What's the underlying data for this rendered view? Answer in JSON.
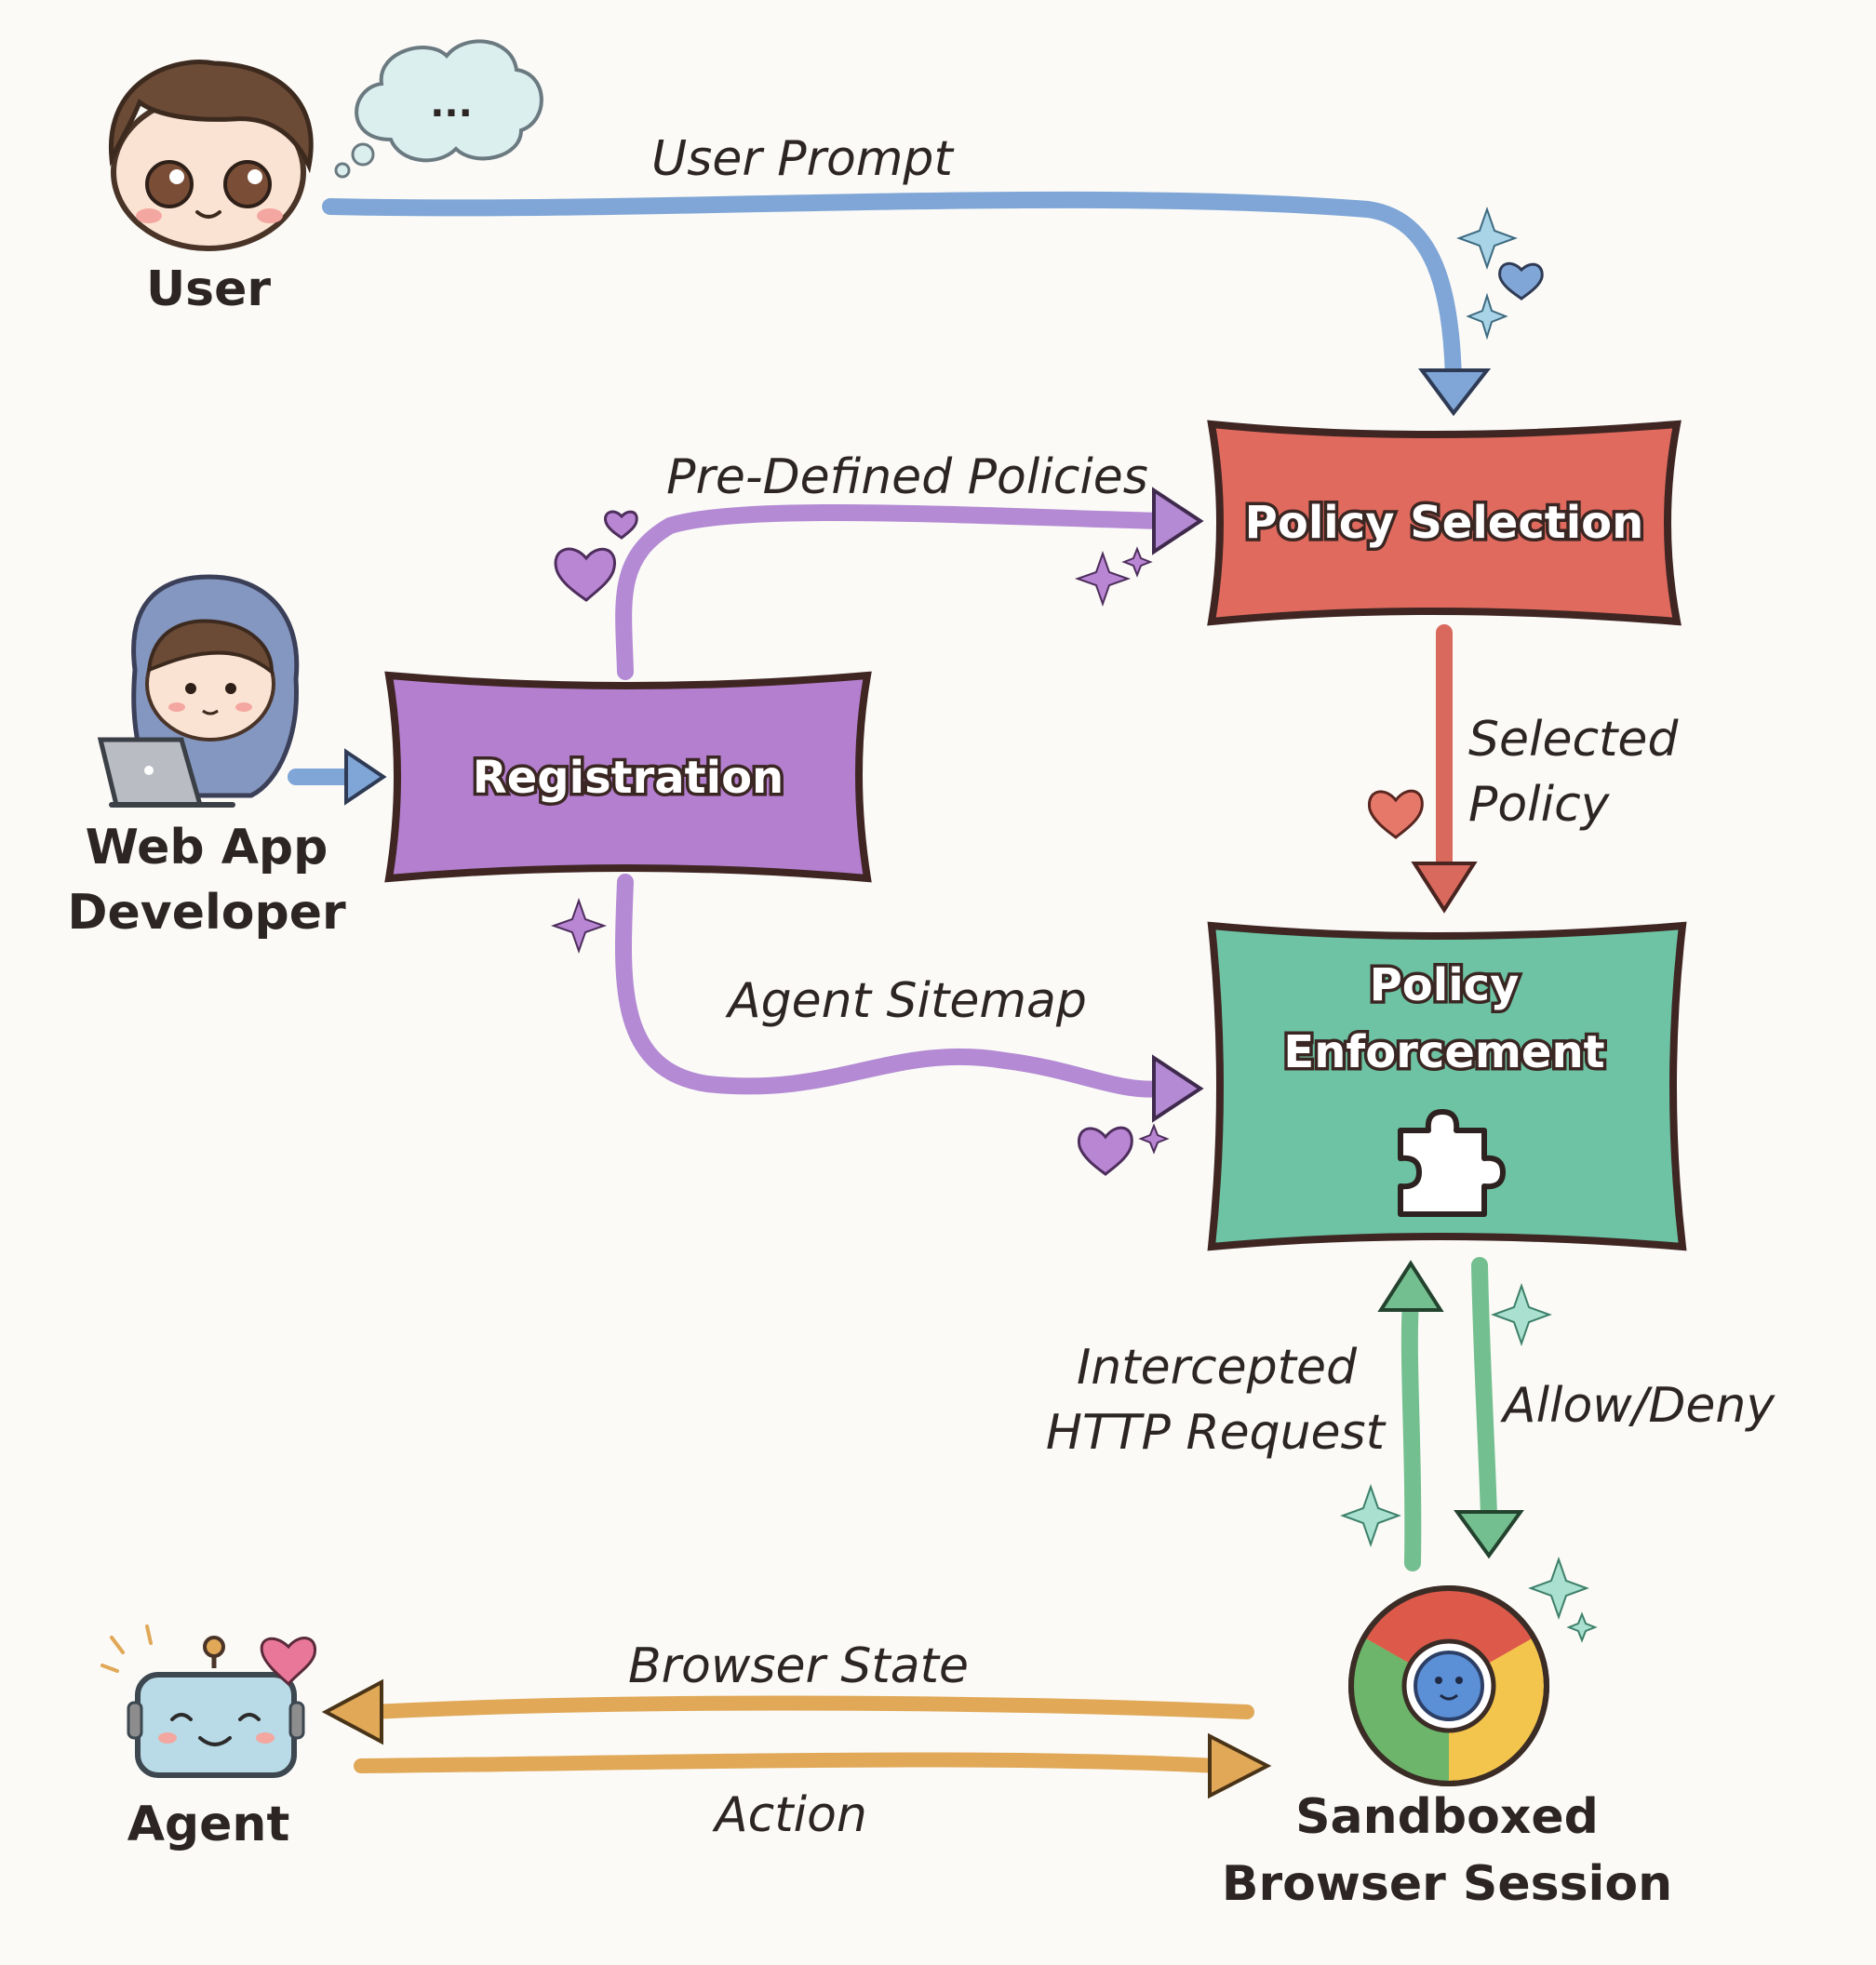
{
  "actors": {
    "user": {
      "label": "User",
      "bubble": "..."
    },
    "developer": {
      "label_line1": "Web App",
      "label_line2": "Developer"
    },
    "agent": {
      "label": "Agent"
    },
    "browser": {
      "label_line1": "Sandboxed",
      "label_line2": "Browser Session"
    }
  },
  "nodes": {
    "policy_selection": {
      "label": "Policy Selection",
      "color": "#e06a5e"
    },
    "registration": {
      "label": "Registration",
      "color": "#b57fd0"
    },
    "policy_enforcement": {
      "label_line1": "Policy",
      "label_line2": "Enforcement",
      "color": "#6dc3a3",
      "icon": "puzzle-piece-icon"
    }
  },
  "edges": {
    "user_prompt": {
      "label": "User Prompt",
      "color": "#7fa6d6"
    },
    "pre_defined_policies": {
      "label": "Pre-Defined Policies",
      "color": "#b38ad3"
    },
    "selected_policy": {
      "label_line1": "Selected",
      "label_line2": "Policy",
      "color": "#d9695d"
    },
    "agent_sitemap": {
      "label": "Agent Sitemap",
      "color": "#b38ad3"
    },
    "intercepted_request": {
      "label_line1": "Intercepted",
      "label_line2": "HTTP Request",
      "color": "#74bf8f"
    },
    "allow_deny": {
      "label": "Allow/Deny",
      "color": "#74bf8f"
    },
    "browser_state": {
      "label": "Browser State",
      "color": "#e0a857"
    },
    "action": {
      "label": "Action",
      "color": "#e0a857"
    },
    "dev_to_registration": {
      "color": "#7fa6d6"
    }
  }
}
